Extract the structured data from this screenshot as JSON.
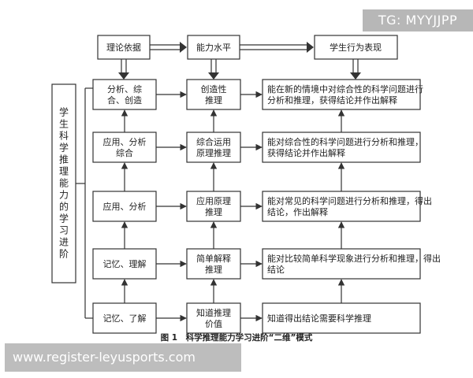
{
  "side_label": "学生科学推理能力的学习进阶",
  "headers": [
    "理论依据",
    "能力水平",
    "学生行为表现"
  ],
  "rows": [
    {
      "theory": [
        "分析、综",
        "合、创造"
      ],
      "level": [
        "创造性",
        "推理"
      ],
      "behavior": [
        "能在新的情境中对综合性的科学问题进行",
        "分析和推理，获得结论并作出解释"
      ]
    },
    {
      "theory": [
        "应用、分析",
        "综合"
      ],
      "level": [
        "综合运用",
        "原理推理"
      ],
      "behavior": [
        "能对综合性的科学问题进行分析和推理，",
        "获得结论并作出解释"
      ]
    },
    {
      "theory": [
        "应用、分析"
      ],
      "level": [
        "应用原理",
        "推理"
      ],
      "behavior": [
        "能对常见的科学问题进行分析和推理，得出",
        "结论，作出解释"
      ]
    },
    {
      "theory": [
        "记忆、理解"
      ],
      "level": [
        "简单解释",
        "推理"
      ],
      "behavior": [
        "能对比较简单科学现象进行分析和推理，得出",
        "结论"
      ]
    },
    {
      "theory": [
        "记忆、了解"
      ],
      "level": [
        "知道推理",
        "价值"
      ],
      "behavior": [
        "知道得出结论需要科学推理"
      ]
    }
  ],
  "caption": "图 1　科学推理能力学习进阶“二维”模式",
  "watermark_tag": "TG: MYYJJPP",
  "watermark_url": "www.register-leyusports.com"
}
